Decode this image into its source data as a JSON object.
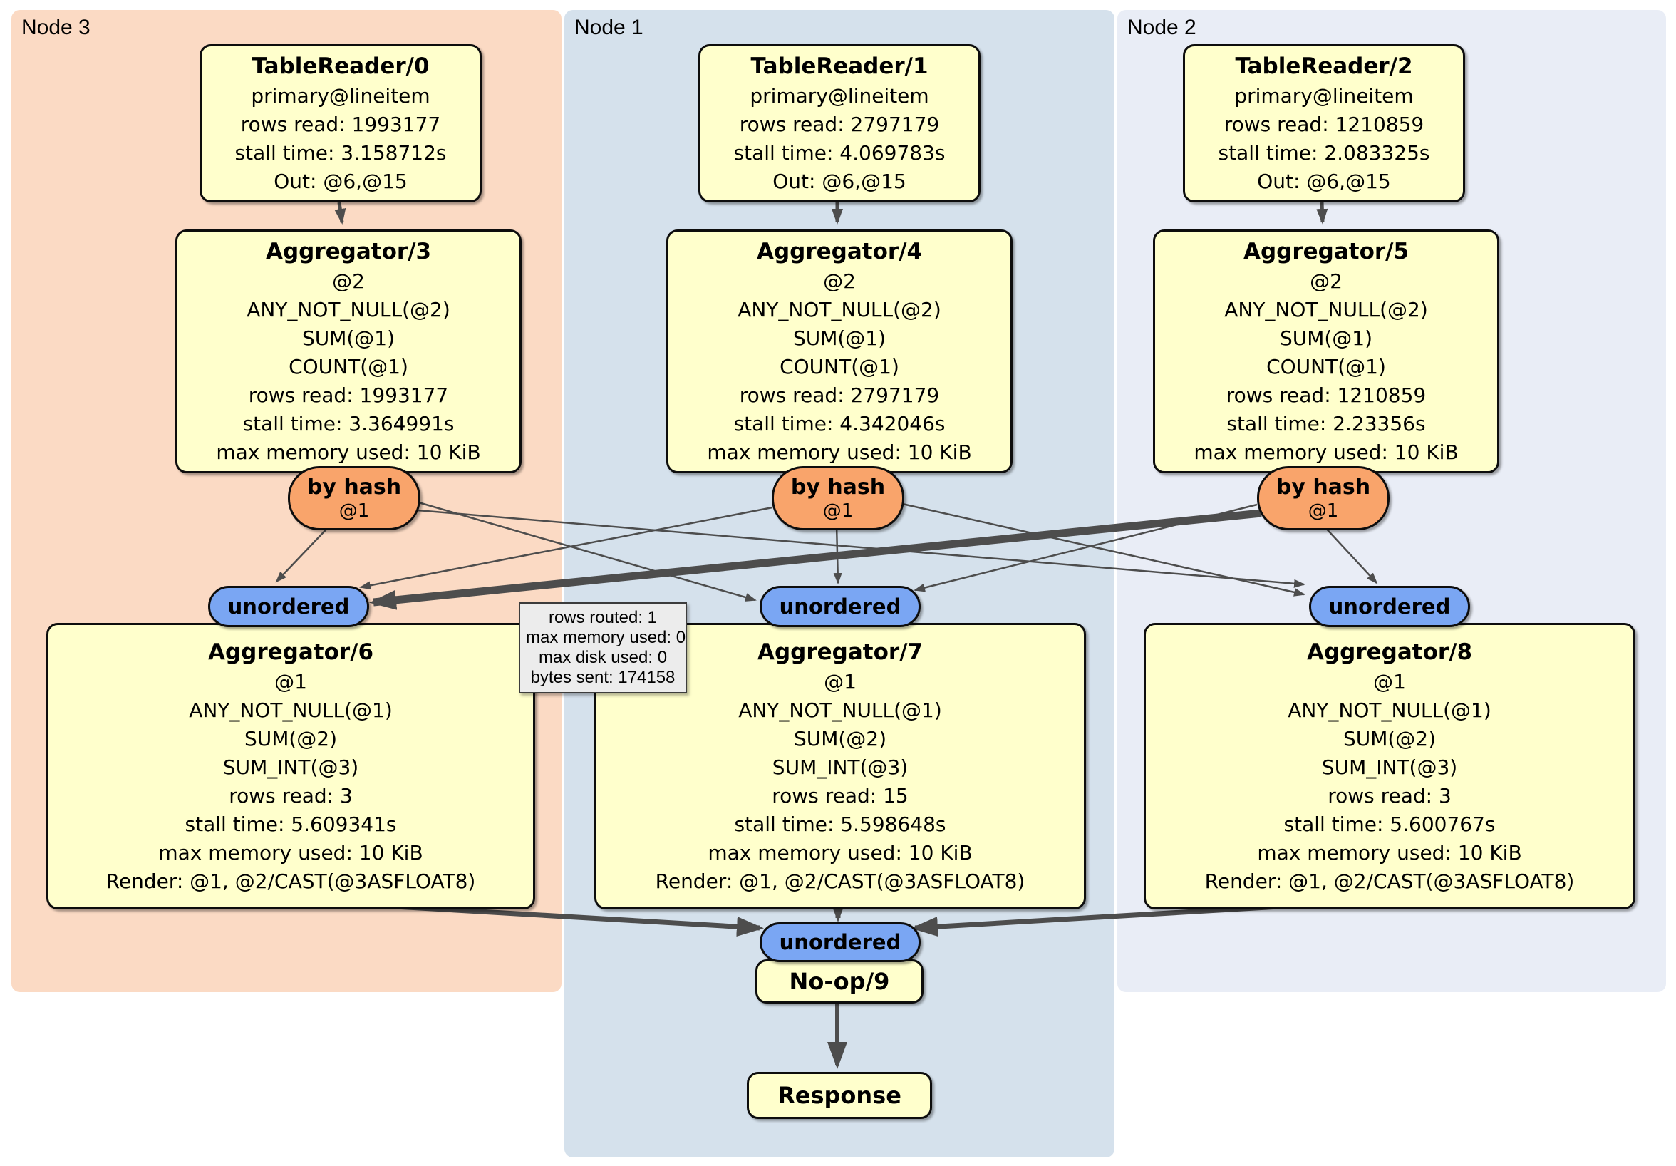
{
  "regions": [
    {
      "label": "Node 3",
      "table_reader": {
        "title": "TableReader/0",
        "lines": [
          "primary@lineitem",
          "rows read: 1993177",
          "stall time: 3.158712s",
          "Out: @6,@15"
        ]
      },
      "group_aggregator": {
        "title": "Aggregator/3",
        "lines": [
          "@2",
          "ANY_NOT_NULL(@2)",
          "SUM(@1)",
          "COUNT(@1)",
          "rows read: 1993177",
          "stall time: 3.364991s",
          "max memory used: 10 KiB"
        ]
      },
      "hash_router": {
        "label": "by hash",
        "detail": "@1"
      },
      "stream_label": "unordered",
      "final_aggregator": {
        "title": "Aggregator/6",
        "lines": [
          "@1",
          "ANY_NOT_NULL(@1)",
          "SUM(@2)",
          "SUM_INT(@3)",
          "rows read: 3",
          "stall time: 5.609341s",
          "max memory used: 10 KiB",
          "Render: @1, @2/CAST(@3ASFLOAT8)"
        ]
      }
    },
    {
      "label": "Node 1",
      "table_reader": {
        "title": "TableReader/1",
        "lines": [
          "primary@lineitem",
          "rows read: 2797179",
          "stall time: 4.069783s",
          "Out: @6,@15"
        ]
      },
      "group_aggregator": {
        "title": "Aggregator/4",
        "lines": [
          "@2",
          "ANY_NOT_NULL(@2)",
          "SUM(@1)",
          "COUNT(@1)",
          "rows read: 2797179",
          "stall time: 4.342046s",
          "max memory used: 10 KiB"
        ]
      },
      "hash_router": {
        "label": "by hash",
        "detail": "@1"
      },
      "stream_label": "unordered",
      "final_aggregator": {
        "title": "Aggregator/7",
        "lines": [
          "@1",
          "ANY_NOT_NULL(@1)",
          "SUM(@2)",
          "SUM_INT(@3)",
          "rows read: 15",
          "stall time: 5.598648s",
          "max memory used: 10 KiB",
          "Render: @1, @2/CAST(@3ASFLOAT8)"
        ]
      }
    },
    {
      "label": "Node 2",
      "table_reader": {
        "title": "TableReader/2",
        "lines": [
          "primary@lineitem",
          "rows read: 1210859",
          "stall time: 2.083325s",
          "Out: @6,@15"
        ]
      },
      "group_aggregator": {
        "title": "Aggregator/5",
        "lines": [
          "@2",
          "ANY_NOT_NULL(@2)",
          "SUM(@1)",
          "COUNT(@1)",
          "rows read: 1210859",
          "stall time: 2.23356s",
          "max memory used: 10 KiB"
        ]
      },
      "hash_router": {
        "label": "by hash",
        "detail": "@1"
      },
      "stream_label": "unordered",
      "final_aggregator": {
        "title": "Aggregator/8",
        "lines": [
          "@1",
          "ANY_NOT_NULL(@1)",
          "SUM(@2)",
          "SUM_INT(@3)",
          "rows read: 3",
          "stall time: 5.600767s",
          "max memory used: 10 KiB",
          "Render: @1, @2/CAST(@3ASFLOAT8)"
        ]
      }
    }
  ],
  "edge_tooltip": {
    "lines": [
      "rows routed: 1",
      "max memory used: 0",
      "max disk used: 0",
      "bytes sent: 174158"
    ]
  },
  "output_chain": {
    "stream_label": "unordered",
    "noop_label": "No-op/9",
    "response_label": "Response"
  },
  "colors": {
    "node3_bg": "#fbdac4",
    "node1_bg": "#d5e1ec",
    "node2_bg": "#e9edf6",
    "box_fill": "#ffffcc",
    "router_fill": "#f9a46b",
    "stream_fill": "#7aa6f3",
    "tooltip_bg": "#ececec",
    "edge": "#4d4d4d"
  }
}
